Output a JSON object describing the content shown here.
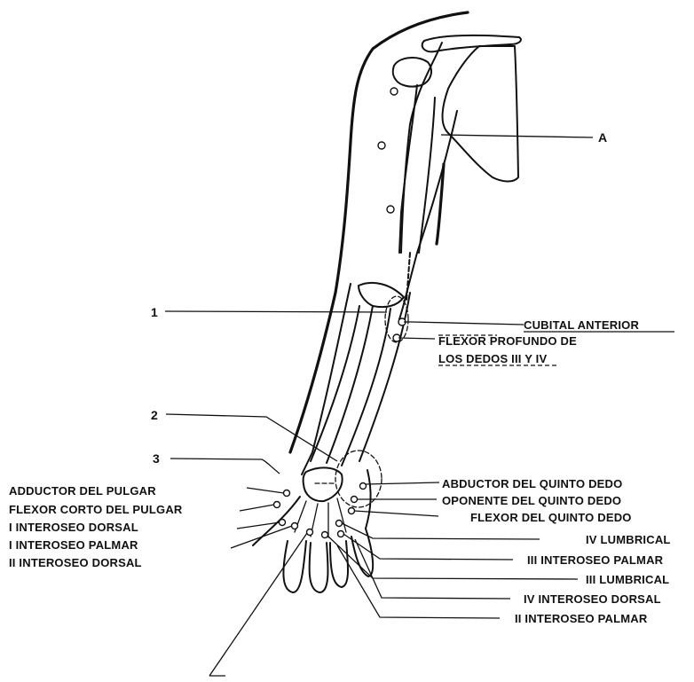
{
  "labels": {
    "a": "A",
    "n1": "1",
    "n2": "2",
    "n3": "3",
    "cubital_anterior": "CUBITAL ANTERIOR",
    "flexor_profundo_1": "FLEXOR PROFUNDO DE",
    "flexor_profundo_2": "LOS DEDOS III Y IV",
    "abductor_quinto": "ABDUCTOR DEL QUINTO DEDO",
    "oponente_quinto": "OPONENTE DEL QUINTO DEDO",
    "flexor_quinto": "FLEXOR DEL QUINTO DEDO",
    "iv_lumbrical": "IV LUMBRICAL",
    "iii_interoseo_palmar": "III INTEROSEO PALMAR",
    "iii_lumbrical": "III LUMBRICAL",
    "iv_interoseo_dorsal": "IV INTEROSEO DORSAL",
    "ii_interoseo_palmar": "II INTEROSEO PALMAR",
    "adductor_pulgar": "ADDUCTOR DEL PULGAR",
    "flexor_corto_pulgar": "FLEXOR CORTO DEL PULGAR",
    "i_interoseo_dorsal": "I INTEROSEO DORSAL",
    "i_interoseo_palmar": "I INTEROSEO PALMAR",
    "ii_interoseo_dorsal": "II INTEROSEO DORSAL"
  },
  "colors": {
    "ink": "#111111",
    "paper": "#ffffff"
  }
}
